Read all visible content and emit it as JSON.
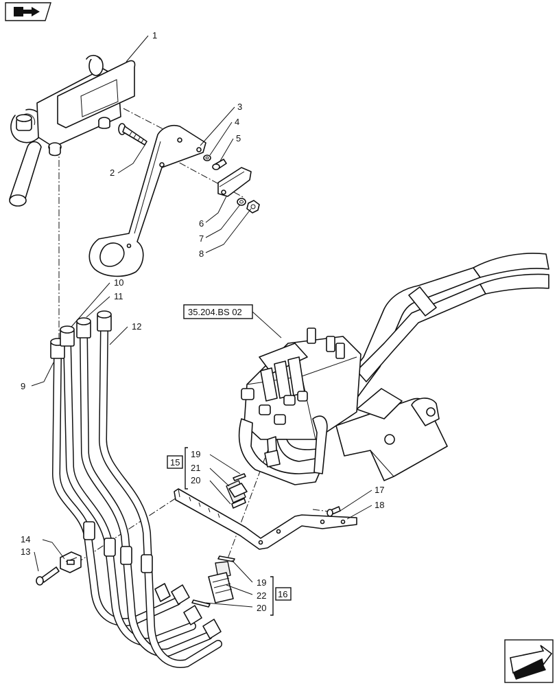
{
  "nav_icons": {
    "top_left": "book-arrow-icon",
    "bottom_right": "next-page-arrow-icon"
  },
  "reference_label": "35.204.BS 02",
  "kits": [
    {
      "id": "15",
      "items": [
        "19",
        "21",
        "20"
      ]
    },
    {
      "id": "16",
      "items": [
        "19",
        "22",
        "20"
      ]
    }
  ],
  "callouts": [
    "1",
    "2",
    "3",
    "4",
    "5",
    "6",
    "7",
    "8",
    "9",
    "10",
    "11",
    "12",
    "13",
    "14",
    "17",
    "18"
  ]
}
